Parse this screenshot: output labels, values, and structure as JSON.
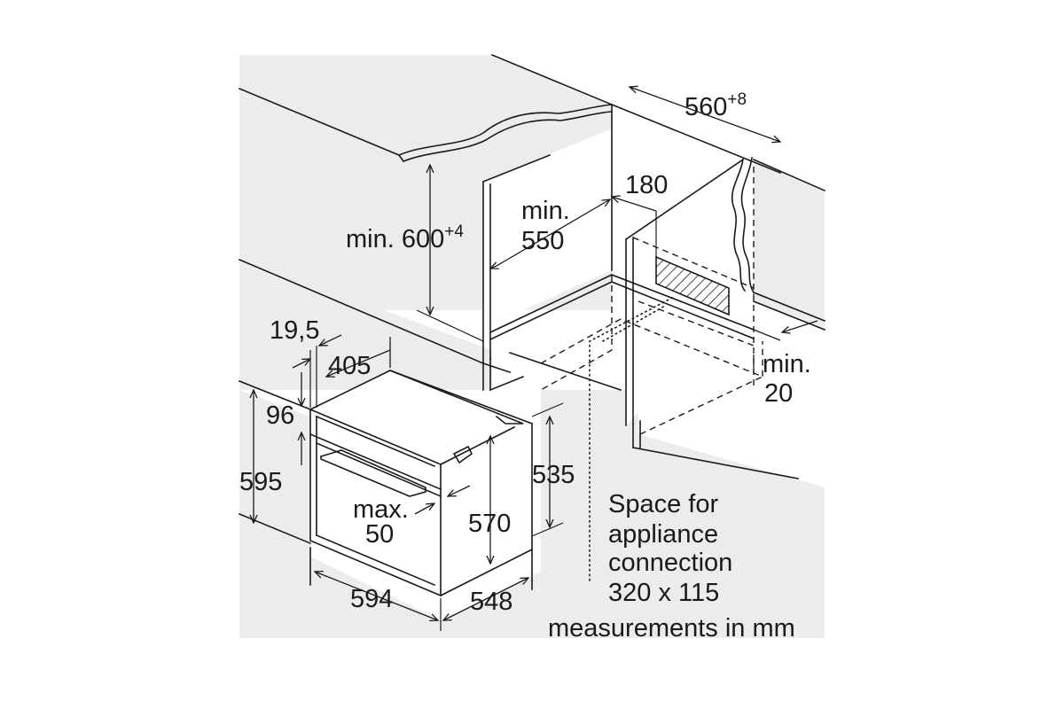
{
  "diagram": {
    "labels": {
      "niche_width": "560",
      "niche_width_tol": "+8",
      "niche_height_prefix": "min. 600",
      "niche_height_tol": "+4",
      "min_depth_line1": "min.",
      "min_depth_line2": "550",
      "rear_gap": "180",
      "min_gap_line1": "min.",
      "min_gap_line2": "20",
      "front_offset": "19,5",
      "front_width": "405",
      "panel_height": "96",
      "total_height": "595",
      "door_gap_line1": "max.",
      "door_gap_line2": "50",
      "body_height": "570",
      "rear_height": "535",
      "total_width": "594",
      "total_depth": "548",
      "connection_line1": "Space for",
      "connection_line2": "appliance",
      "connection_line3": "connection",
      "connection_line4": "320 x 115",
      "units_note": "measurements in mm"
    }
  }
}
